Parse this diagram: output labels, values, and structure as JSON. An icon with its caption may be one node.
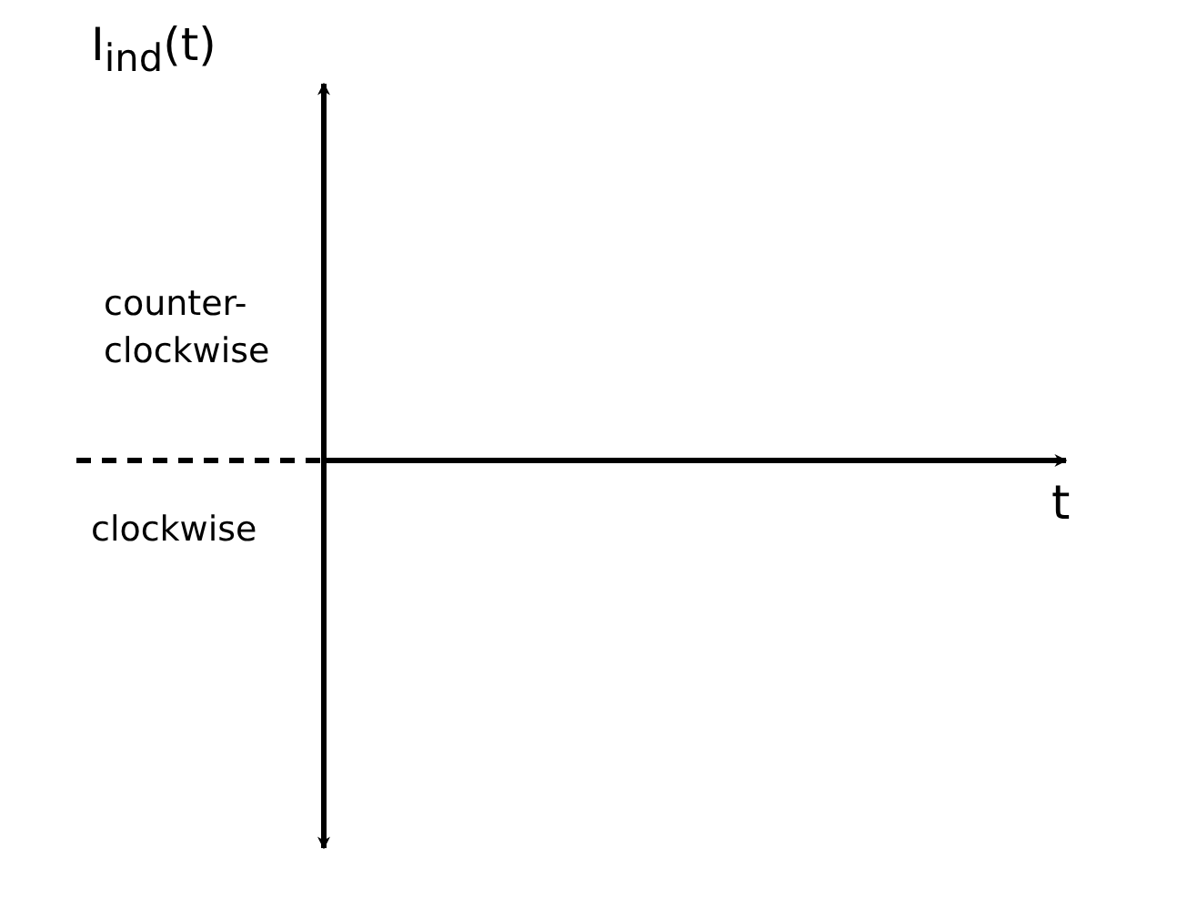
{
  "diagram": {
    "labels": [
      "I$_{ind}$(t)",
      "counter- clockwise",
      "clockwise",
      "t"
    ]
  }
}
